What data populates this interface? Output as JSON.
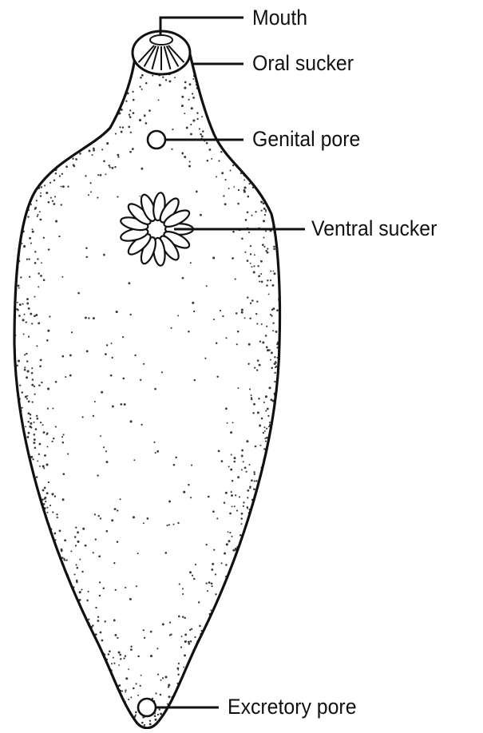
{
  "diagram": {
    "labels": {
      "mouth": "Mouth",
      "oral_sucker": "Oral sucker",
      "genital_pore": "Genital pore",
      "ventral_sucker": "Ventral sucker",
      "excretory_pore": "Excretory pore"
    },
    "colors": {
      "ink": "#111111",
      "stipple": "#3a3a3a",
      "background": "#ffffff"
    }
  }
}
